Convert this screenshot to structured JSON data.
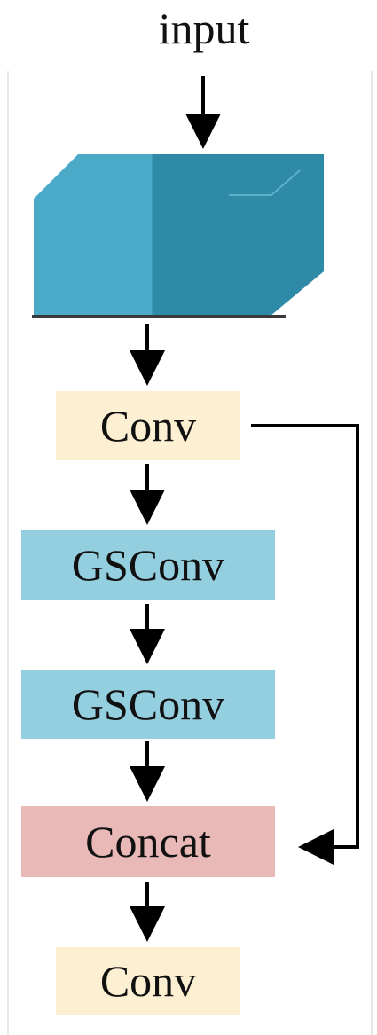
{
  "diagram": {
    "input_label": "input",
    "blocks": [
      {
        "id": "conv-top",
        "label": "Conv",
        "color": "#fdefd2"
      },
      {
        "id": "gsconv-1",
        "label": "GSConv",
        "color": "#94cfe0"
      },
      {
        "id": "gsconv-2",
        "label": "GSConv",
        "color": "#94cfe0"
      },
      {
        "id": "concat",
        "label": "Concat",
        "color": "#e9b9b7"
      },
      {
        "id": "conv-bottom",
        "label": "Conv",
        "color": "#fdefd2"
      }
    ],
    "colors": {
      "tensor_front": "#4aaac8",
      "tensor_side": "#2f8aa7",
      "arrow": "#000000",
      "frame": "#e7e7e7"
    }
  }
}
